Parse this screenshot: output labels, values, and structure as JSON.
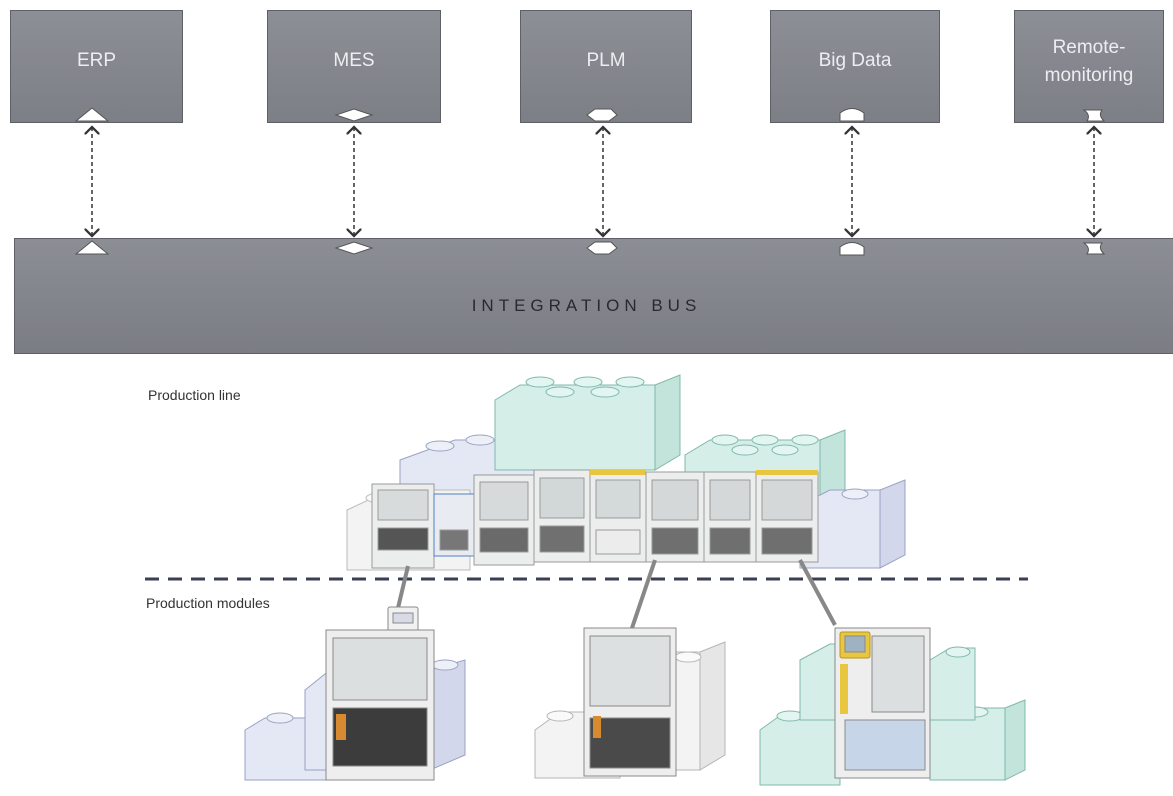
{
  "systems": [
    {
      "id": "erp",
      "label": "ERP",
      "connector": "triangle-icon"
    },
    {
      "id": "mes",
      "label": "MES",
      "connector": "diamond-icon"
    },
    {
      "id": "plm",
      "label": "PLM",
      "connector": "pentagon-icon"
    },
    {
      "id": "bigdata",
      "label": "Big Data",
      "connector": "dome-icon"
    },
    {
      "id": "remote",
      "label_line1": "Remote-",
      "label_line2": "monitoring",
      "connector": "scroll-icon"
    }
  ],
  "bus": {
    "label": "INTEGRATION  BUS"
  },
  "sections": {
    "production_line": "Production line",
    "production_modules": "Production modules"
  },
  "colors": {
    "box": "#878990",
    "teal_block": "#d6efe9",
    "lavender_block": "#e3e6f3",
    "white_block": "#f4f4f4",
    "dash": "#3a3f55"
  }
}
